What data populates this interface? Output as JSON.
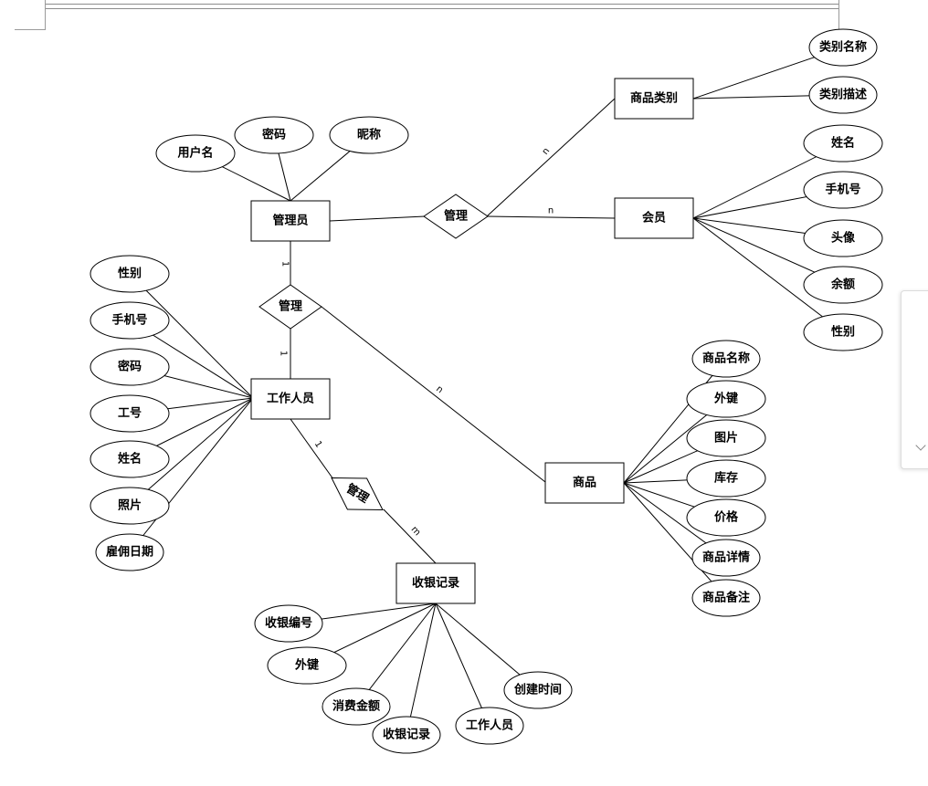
{
  "entities": [
    {
      "id": "admin",
      "label": "管理员"
    },
    {
      "id": "category",
      "label": "商品类别"
    },
    {
      "id": "member",
      "label": "会员"
    },
    {
      "id": "staff",
      "label": "工作人员"
    },
    {
      "id": "product",
      "label": "商品"
    },
    {
      "id": "cashier",
      "label": "收银记录"
    }
  ],
  "relationships": [
    {
      "id": "rel-admin-top",
      "label": "管理"
    },
    {
      "id": "rel-admin-staff",
      "label": "管理"
    },
    {
      "id": "rel-staff-cashier",
      "label": "管理"
    }
  ],
  "attributes": {
    "admin": [
      "用户名",
      "密码",
      "昵称"
    ],
    "category": [
      "类别名称",
      "类别描述"
    ],
    "member": [
      "姓名",
      "手机号",
      "头像",
      "余额",
      "性别"
    ],
    "staff": [
      "性别",
      "手机号",
      "密码",
      "工号",
      "姓名",
      "照片",
      "雇佣日期"
    ],
    "product": [
      "商品名称",
      "外键",
      "图片",
      "库存",
      "价格",
      "商品详情",
      "商品备注"
    ],
    "cashier": [
      "收银编号",
      "外键",
      "消费金额",
      "收银记录",
      "工作人员",
      "创建时间"
    ]
  },
  "cardinalities": [
    "n",
    "n",
    "1",
    "1",
    "n",
    "1",
    "m"
  ]
}
